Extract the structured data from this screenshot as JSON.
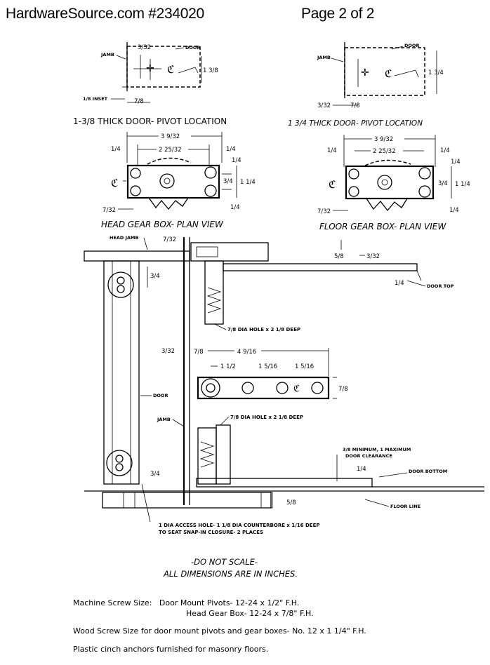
{
  "header": {
    "source": "HardwareSource.com #234020",
    "page": "Page 2 of 2"
  },
  "pivot_top_left": {
    "door_label": "DOOR",
    "jamb_label": "JAMB",
    "gap": "3/32",
    "thickness": "1 3/8",
    "inset": "1/8 INSET",
    "offset": "7/8",
    "title": "1-3/8 THICK DOOR- PIVOT LOCATION"
  },
  "pivot_top_right": {
    "door_label": "DOOR",
    "jamb_label": "JAMB",
    "gap": "3/32",
    "thickness": "1 3/4",
    "offset": "7/8",
    "title": "1 3/4 THICK DOOR- PIVOT LOCATION"
  },
  "gear_left": {
    "overall": "3 9/32",
    "inner": "2 25/32",
    "side_left": "1/4",
    "side_right": "1/4",
    "top": "1/4",
    "mid": "3/4",
    "height": "1 1/4",
    "bottom": "1/4",
    "inset": "7/32",
    "title": "HEAD GEAR BOX- PLAN VIEW"
  },
  "gear_right": {
    "overall": "3 9/32",
    "inner": "2 25/32",
    "side_left": "1/4",
    "side_right": "1/4",
    "top": "1/4",
    "mid": "3/4",
    "height": "1 1/4",
    "bottom": "1/4",
    "inset": "7/32",
    "title": "FLOOR GEAR BOX- PLAN VIEW"
  },
  "elevation": {
    "head_jamb": "HEAD JAMB",
    "top_gap": "7/32",
    "top_dim_58": "5/8",
    "top_dim_332": "3/32",
    "door_top_dim": "1/4",
    "door_top": "DOOR TOP",
    "upper_34": "3/4",
    "upper_hole": "7/8 DIA HOLE x 2 1/8 DEEP",
    "left_332": "3/32",
    "dim_78": "7/8",
    "dim_4916": "4 9/16",
    "dim_112": "1 1/2",
    "dim_1516a": "1 5/16",
    "dim_1516b": "1 5/16",
    "dim_78r": "7/8",
    "door_label": "DOOR",
    "jamb_label": "JAMB",
    "lower_hole": "7/8 DIA HOLE x 2 1/8 DEEP",
    "clearance_1": "3/8 MINIMUM, 1 MAXIMUM",
    "clearance_2": "DOOR CLEARANCE",
    "bottom_dim": "1/4",
    "door_bottom": "DOOR BOTTOM",
    "lower_34": "3/4",
    "floor_line": "FLOOR LINE",
    "floor_58": "5/8",
    "access_1": "1 DIA ACCESS HOLE- 1 1/8 DIA COUNTERBORE x 1/16 DEEP",
    "access_2": "TO SEAT SNAP-IN CLOSURE- 2 PLACES"
  },
  "notes": {
    "no_scale": "-DO NOT SCALE-",
    "inches": "ALL DIMENSIONS ARE IN INCHES."
  },
  "footer": {
    "line1": "Machine Screw Size:   Door Mount Pivots- 12-24 x 1/2\" F.H.",
    "line2": "Head Gear Box- 12-24 x 7/8\" F.H.",
    "line3": "Wood Screw Size for door mount pivots and gear boxes- No. 12 x 1 1/4\" F.H.",
    "line4": "Plastic cinch anchors furnished for masonry floors."
  }
}
